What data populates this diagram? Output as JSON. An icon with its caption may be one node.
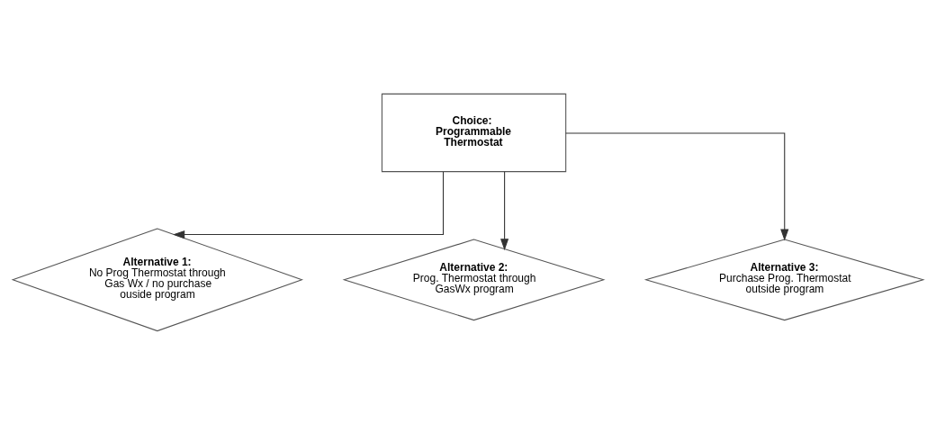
{
  "diagram": {
    "nodes": [
      {
        "text": [
          "Choice:  Programmable Thermostat"
        ]
      },
      {
        "text": [
          "Alternative 1:",
          "No Prog Thermostat through Gas Wx / no purchase ouside program"
        ]
      },
      {
        "text": [
          "Alternative 2:",
          "Prog. Thermostat through GasWx program"
        ]
      },
      {
        "text": [
          "Alternative 3:",
          "Purchase Prog. Thermostat outside program"
        ]
      }
    ],
    "edges": [
      {
        "from": 0,
        "to": 1,
        "arrow": "to"
      },
      {
        "from": 0,
        "to": 2,
        "arrow": "to"
      },
      {
        "from": 0,
        "to": 3,
        "arrow": "to"
      }
    ]
  }
}
